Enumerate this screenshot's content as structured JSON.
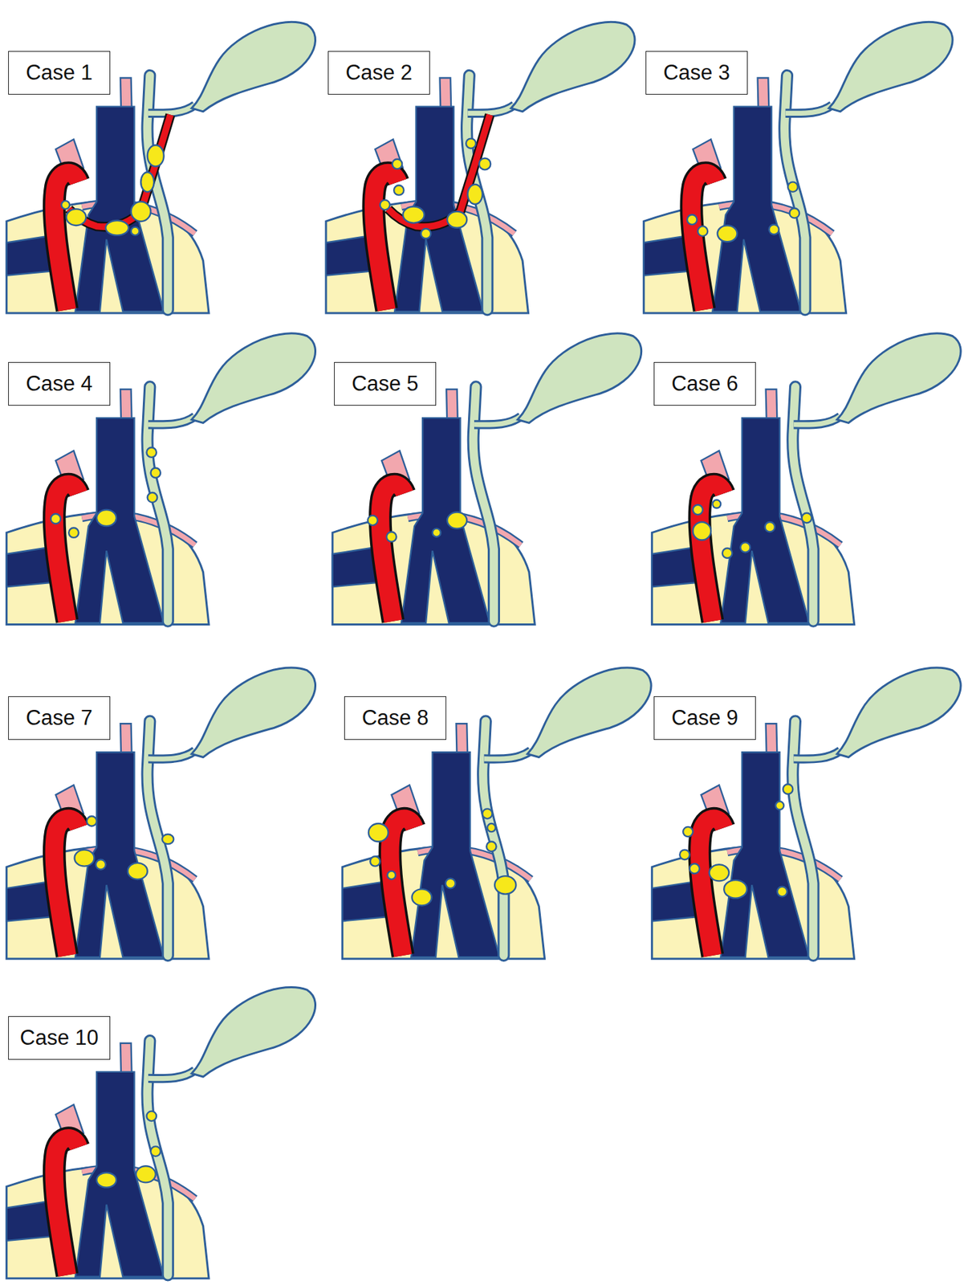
{
  "diagram": {
    "nodes": [
      {
        "text": [
          "Case 1"
        ]
      },
      {
        "text": [
          "Case 2"
        ]
      },
      {
        "text": [
          "Case 3"
        ]
      },
      {
        "text": [
          "Case 4"
        ]
      },
      {
        "text": [
          "Case 5"
        ]
      },
      {
        "text": [
          "Case 6"
        ]
      },
      {
        "text": [
          "Case 7"
        ]
      },
      {
        "text": [
          "Case 8"
        ]
      },
      {
        "text": [
          "Case 9"
        ]
      },
      {
        "text": [
          "Case 10"
        ]
      }
    ]
  }
}
